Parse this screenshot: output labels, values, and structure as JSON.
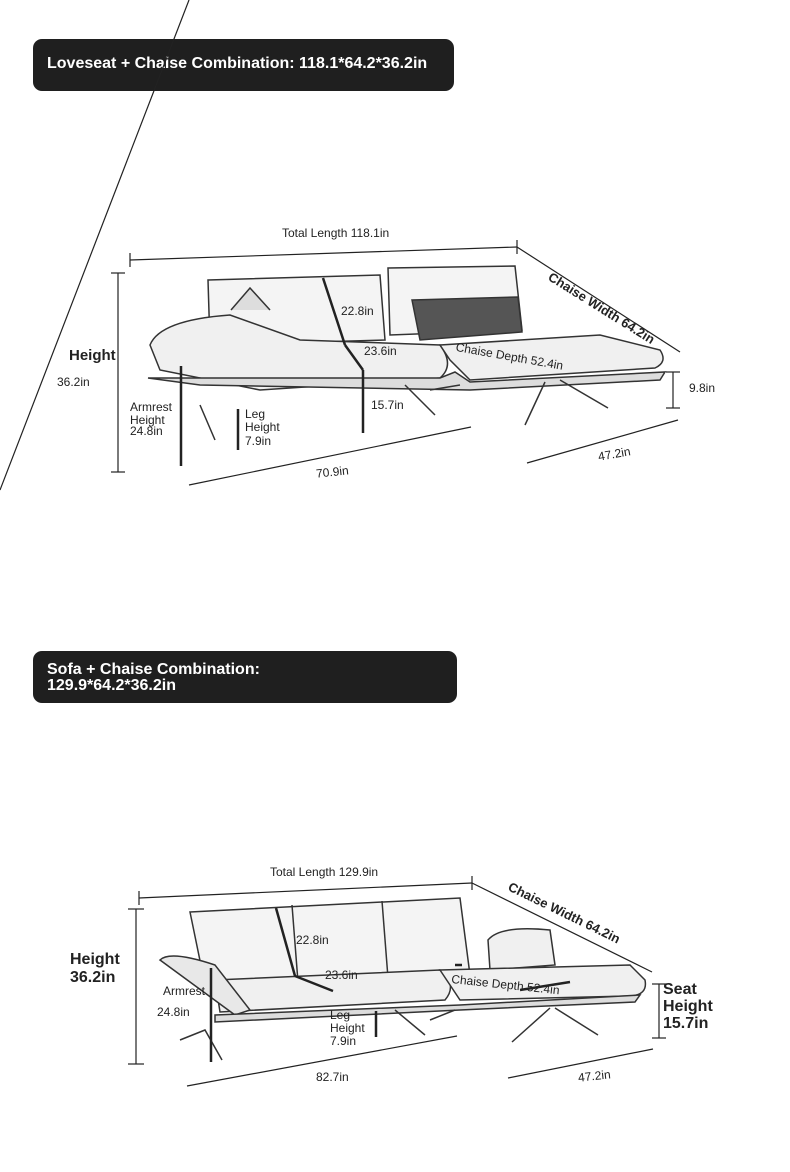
{
  "section1": {
    "title": "Loveseat + Chaise Combination: 118.1*64.2*36.2in",
    "total_length": "Total Length 118.1in",
    "chaise_width": "Chaise Width 64.2in",
    "height_label": "Height",
    "height_value": "36.2in",
    "back_height": "22.8in",
    "seat_depth": "23.6in",
    "chaise_depth": "Chaise Depth 52.4in",
    "seat_height": "15.7in",
    "chaise_base": "9.8in",
    "armrest_label": "Armrest Height",
    "armrest_value": "24.8in",
    "leg_label": "Leg Height",
    "leg_value": "7.9in",
    "loveseat_length": "70.9in",
    "chaise_length": "47.2in"
  },
  "section2": {
    "title_line1": "Sofa + Chaise Combination:",
    "title_line2": "129.9*64.2*36.2in",
    "total_length": "Total Length 129.9in",
    "chaise_width": "Chaise Width 64.2in",
    "height_label": "Height",
    "height_value": "36.2in",
    "back_height": "22.8in",
    "seat_depth": "23.6in",
    "chaise_depth": "Chaise Depth 52.4in",
    "seat_height_label": "Seat Height",
    "seat_height_value": "15.7in",
    "armrest_label": "Armrest",
    "armrest_value": "24.8in",
    "leg_label": "Leg Height",
    "leg_value": "7.9in",
    "sofa_length": "82.7in",
    "chaise_length": "47.2in"
  }
}
